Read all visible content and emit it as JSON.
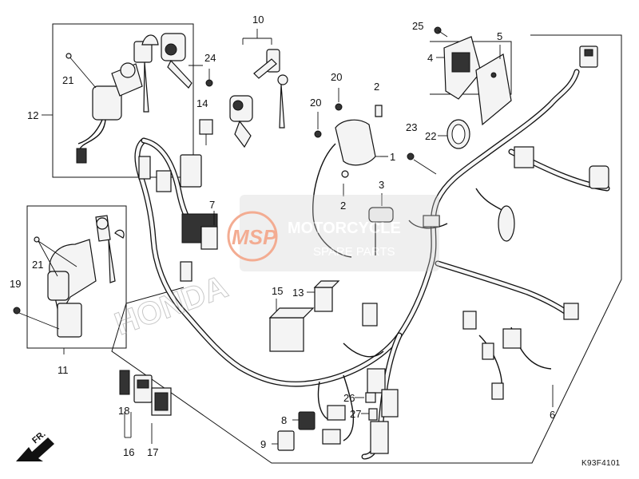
{
  "callouts": {
    "n1": "1",
    "n2a": "2",
    "n2b": "2",
    "n3": "3",
    "n4": "4",
    "n5": "5",
    "n6": "6",
    "n7": "7",
    "n8": "8",
    "n9": "9",
    "n10": "10",
    "n11": "11",
    "n12": "12",
    "n13": "13",
    "n14": "14",
    "n15": "15",
    "n16": "16",
    "n17": "17",
    "n18": "18",
    "n19": "19",
    "n20a": "20",
    "n20b": "20",
    "n21a": "21",
    "n21b": "21",
    "n22": "22",
    "n23": "23",
    "n24": "24",
    "n25": "25",
    "n26": "26",
    "n27": "27"
  },
  "direction_label": "FR.",
  "diagram_code": "K93F4101",
  "watermark": {
    "brand_top": "MOTORCYCLE",
    "brand_bottom": "SPARE PARTS",
    "logo_letters": "MSP",
    "maker": "HONDA"
  }
}
